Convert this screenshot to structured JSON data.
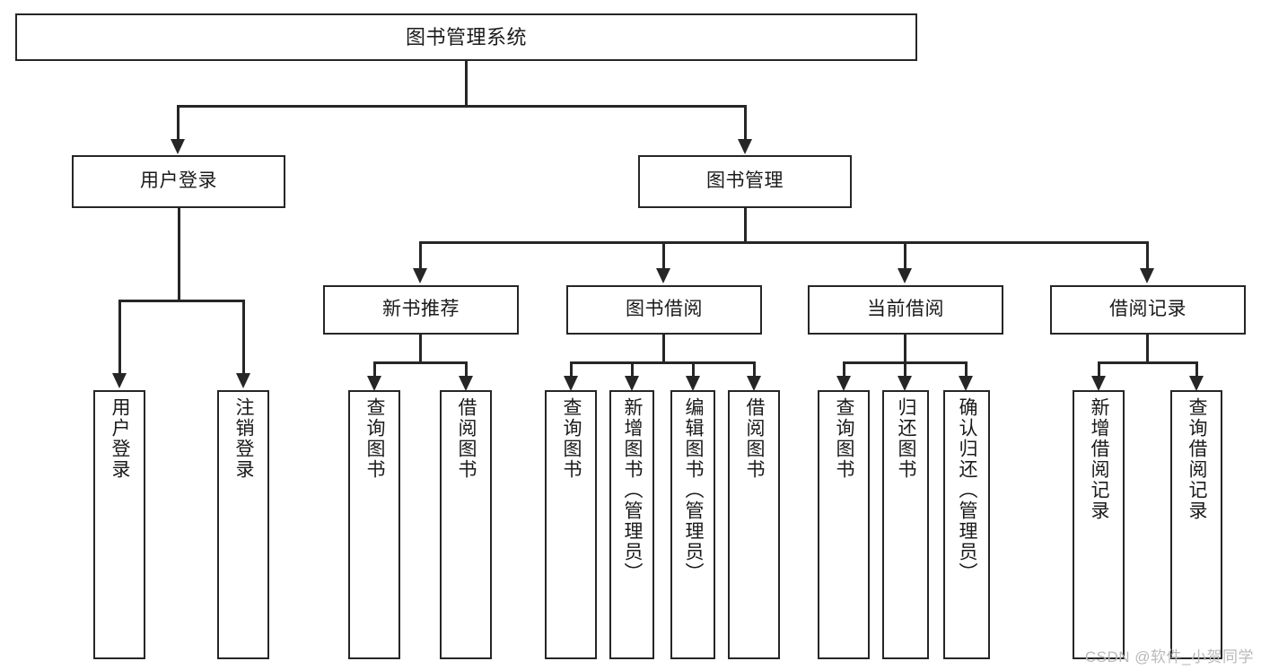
{
  "diagram": {
    "title": "图书管理系统",
    "watermark": "CSDN @软件_小贺同学",
    "levels": {
      "level2": [
        {
          "label": "用户登录"
        },
        {
          "label": "图书管理"
        }
      ],
      "level3": [
        {
          "label": "新书推荐"
        },
        {
          "label": "图书借阅"
        },
        {
          "label": "当前借阅"
        },
        {
          "label": "借阅记录"
        }
      ],
      "leaves": {
        "user_login": [
          {
            "label": "用户登录"
          },
          {
            "label": "注销登录"
          }
        ],
        "new_book_recommend": [
          {
            "label": "查询图书"
          },
          {
            "label": "借阅图书"
          }
        ],
        "book_borrow": [
          {
            "label": "查询图书"
          },
          {
            "label": "新增图书（管理员）"
          },
          {
            "label": "编辑图书（管理员）"
          },
          {
            "label": "借阅图书"
          }
        ],
        "current_borrow": [
          {
            "label": "查询图书"
          },
          {
            "label": "归还图书"
          },
          {
            "label": "确认归还（管理员）"
          }
        ],
        "borrow_record": [
          {
            "label": "新增借阅记录"
          },
          {
            "label": "查询借阅记录"
          }
        ]
      }
    },
    "colors": {
      "stroke": "#262626",
      "fill": "#ffffff",
      "text": "#1a1a1a",
      "watermark": "#b9b9b9"
    }
  }
}
